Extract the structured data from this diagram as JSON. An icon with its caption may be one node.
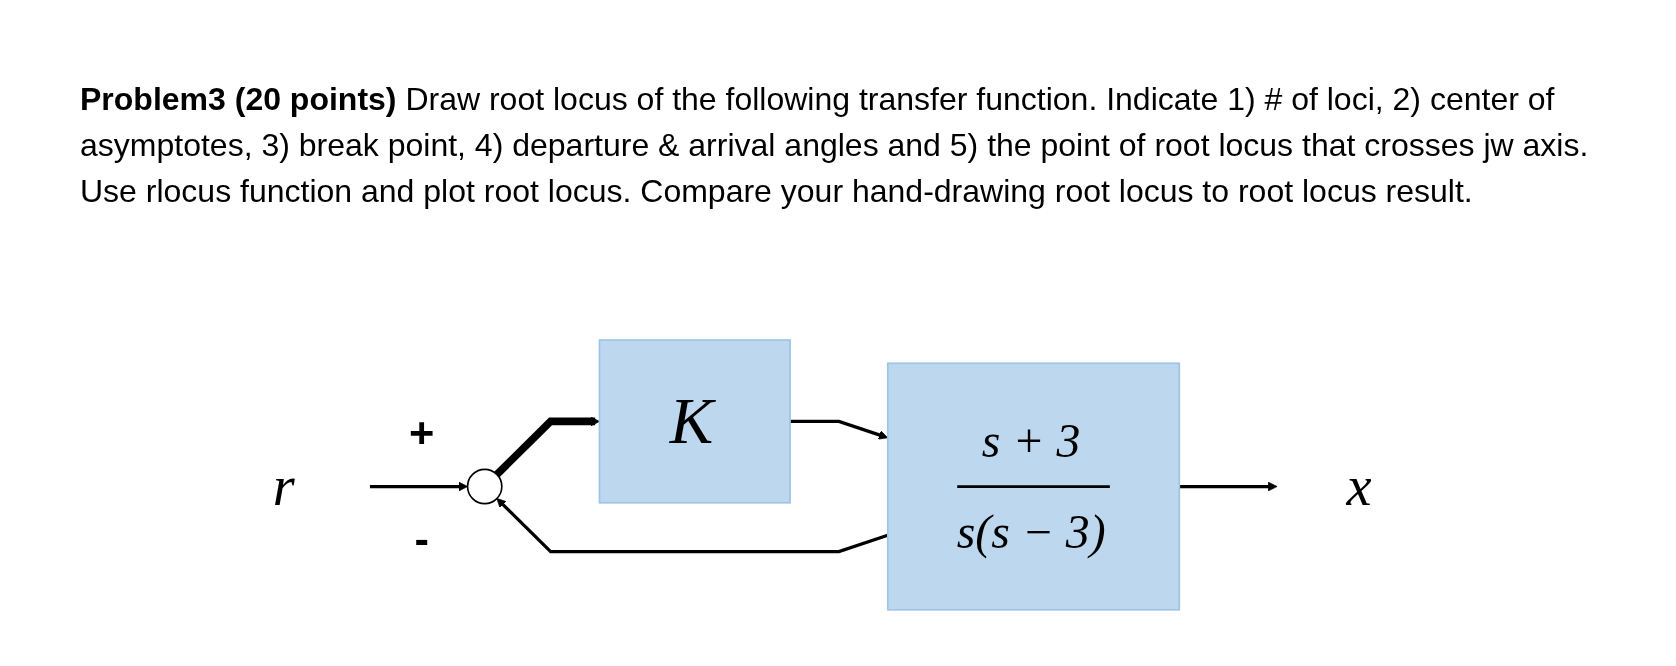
{
  "diagram": {
    "title": "**Problem3 (20 points)** Draw root locus of the following transfer function. Indicate 1) # of loci, 2) center of asymptotes, 3) break point, 4) departure & arrival angles and 5) the point of root locus that crosses jw axis. Use rlocus function and plot root locus. Compare your hand-drawing root locus to root locus result.",
    "nodes": [
      {
        "text": [
          "r"
        ]
      },
      {
        "text": [],
        "shape": "circle",
        "beside": [
          "+",
          "-"
        ]
      },
      {
        "text": [
          "K"
        ]
      },
      {
        "text": [
          "s + 3",
          "s(s − 3)"
        ]
      },
      {
        "text": [
          "x"
        ]
      }
    ],
    "edges": [
      {
        "from": 0,
        "to": 1,
        "arrow": "to"
      },
      {
        "from": 1,
        "to": 2,
        "arrow": "to",
        "style": "thick"
      },
      {
        "from": 2,
        "to": 3,
        "arrow": "to"
      },
      {
        "from": 3,
        "to": 4,
        "arrow": "to"
      },
      {
        "from": 3,
        "to": 1,
        "arrow": "to"
      }
    ]
  }
}
